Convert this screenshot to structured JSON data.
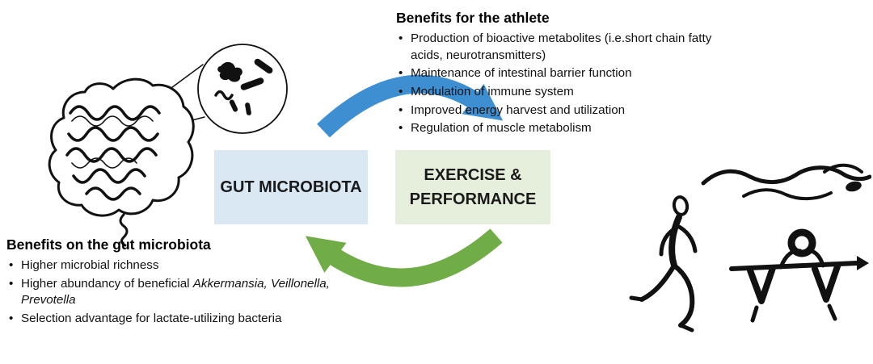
{
  "athlete_benefits": {
    "title": "Benefits for the athlete",
    "items": [
      "Production of bioactive metabolites (i.e.short chain fatty acids, neurotransmitters)",
      "Maintenance of intestinal barrier function",
      "Modulation of immune system",
      "Improved energy harvest and utilization",
      "Regulation of muscle metabolism"
    ]
  },
  "gut_benefits": {
    "title": "Benefits on the gut microbiota",
    "items": [
      {
        "text": "Higher microbial richness",
        "italic": ""
      },
      {
        "text": "Higher abundancy of beneficial ",
        "italic": "Akkermansia, Veillonella, Prevotella"
      },
      {
        "text": "Selection advantage for lactate-utilizing bacteria",
        "italic": ""
      }
    ]
  },
  "nodes": {
    "gut_box_label": "GUT MICROBIOTA",
    "exercise_box_label": "EXERCISE & PERFORMANCE"
  },
  "colors": {
    "arrow_blue": "#3E8FD2",
    "arrow_green": "#71AD47",
    "gut_box_bg": "#DAE8F4",
    "exercise_box_bg": "#E6EFDC"
  },
  "illustrations": {
    "gut": "intestine-sketch",
    "bacteria_circle": "bacteria-magnified-circle",
    "athletes": "athletes-line-art"
  }
}
